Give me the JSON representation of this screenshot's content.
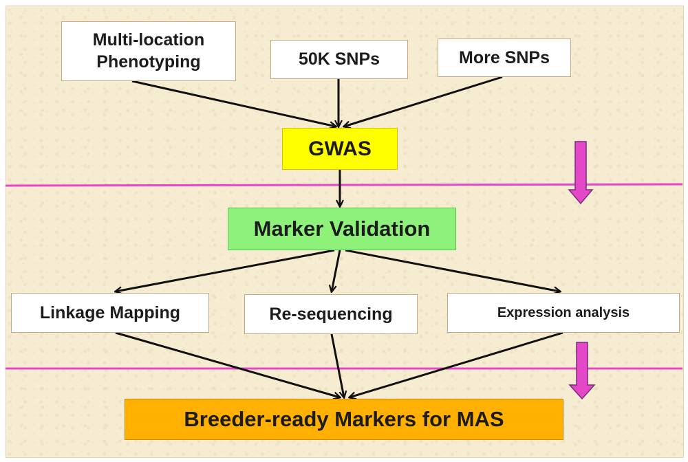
{
  "inputs": {
    "phenotyping": "Multi-location Phenotyping",
    "snps_50k": "50K SNPs",
    "more_snps": "More SNPs"
  },
  "gwas": "GWAS",
  "validation": "Marker Validation",
  "followup": {
    "linkage": "Linkage Mapping",
    "resequencing": "Re-sequencing",
    "expression": "Expression analysis"
  },
  "output": "Breeder-ready Markers for MAS",
  "colors": {
    "background": "#f6ecd2",
    "gwas_box": "#ffff00",
    "validation_box": "#8ef27a",
    "output_box": "#ffb000",
    "divider": "#e447c8",
    "side_arrow": "#e447c8",
    "connector": "#111111"
  }
}
